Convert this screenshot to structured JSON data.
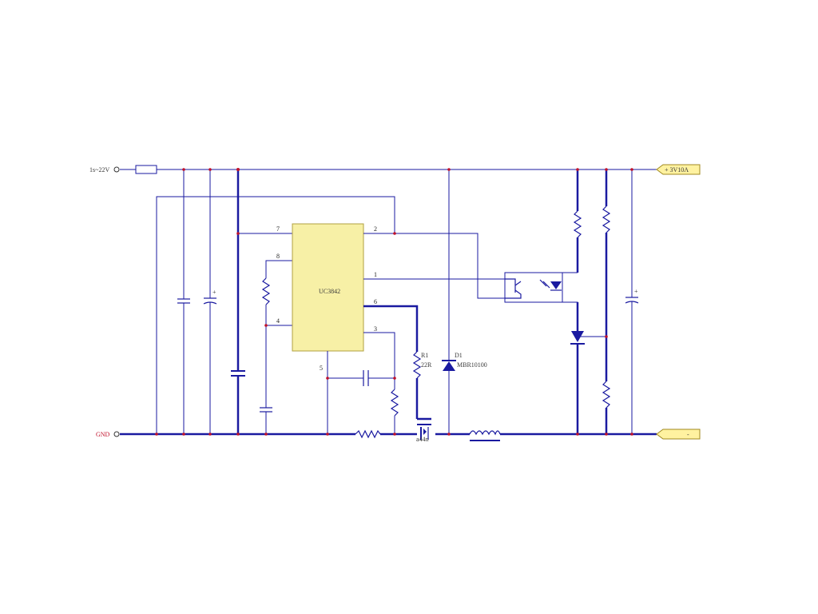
{
  "labels": {
    "input": "1s~22V",
    "gnd": "GND",
    "out_pos": "+ 3V10A",
    "out_neg": "-",
    "ic": "UC3842",
    "r1_ref": "R1",
    "r1_val": "22R",
    "d1_ref": "D1",
    "d1_val": "MBR10100",
    "mosfet": "a44n",
    "pin7": "7",
    "pin8": "8",
    "pin4": "4",
    "pin2": "2",
    "pin1": "1",
    "pin6": "6",
    "pin3": "3",
    "pin5": "5",
    "cap_plus1": "+",
    "cap_plus2": "+"
  },
  "colors": {
    "wire": "#1a1aa0",
    "ic_fill": "#f7f0a6",
    "ic_stroke": "#b0a040",
    "terminal_fill": "#fff2a0",
    "node": "#c0102a"
  },
  "icons": {
    "port": "arrow-tag",
    "ic": "rectangle-chip"
  }
}
